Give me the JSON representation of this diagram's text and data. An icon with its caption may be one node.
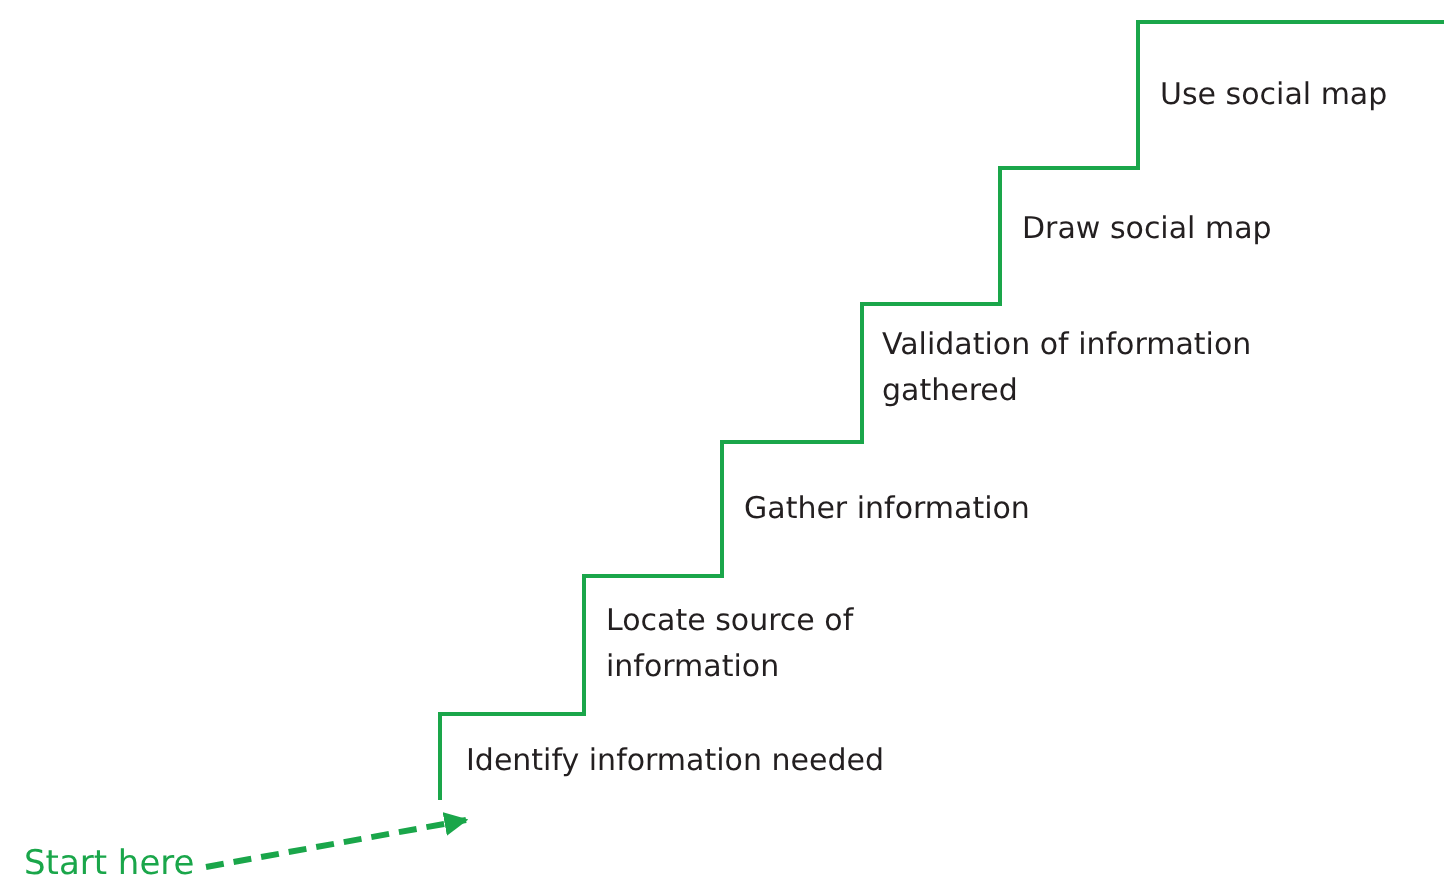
{
  "diagram": {
    "nodes": [
      {
        "text": [
          "Start here"
        ]
      },
      {
        "text": [
          "Identify information needed"
        ]
      },
      {
        "text": [
          "Locate source of information"
        ]
      },
      {
        "text": [
          "Gather information"
        ]
      },
      {
        "text": [
          "Validation of information gathered"
        ]
      },
      {
        "text": [
          "Draw social map"
        ]
      },
      {
        "text": [
          "Use social map"
        ]
      }
    ],
    "edges": [
      {
        "from": 0,
        "to": 1,
        "arrow": "to",
        "style": "dashed"
      }
    ]
  }
}
